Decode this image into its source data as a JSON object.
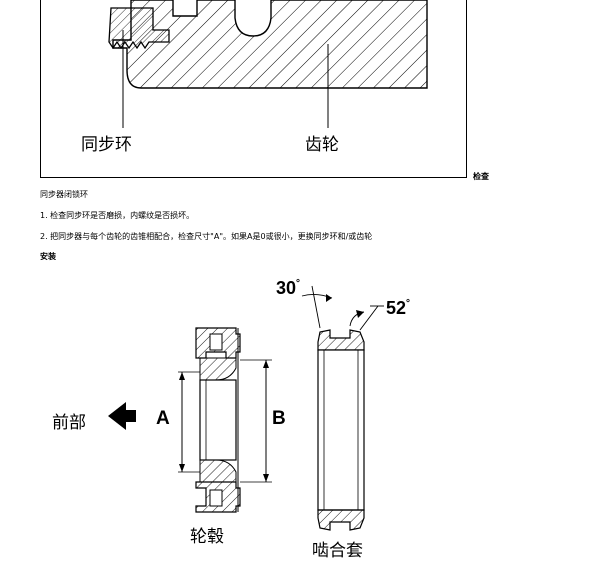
{
  "figure1": {
    "label_sync_ring": "同步环",
    "label_gear": "齿轮"
  },
  "section_inspect": {
    "heading": "检查",
    "subheading": "同步器闭锁环",
    "steps": [
      "1.  检查同步环是否磨损，内螺纹是否损坏。",
      "2.  把同步器与每个齿轮的齿锥相配合，检查尺寸\"A\"。如果A是0或很小，更换同步环和/或齿轮"
    ]
  },
  "section_install": {
    "heading": "安装"
  },
  "figure2": {
    "label_front": "前部",
    "label_a": "A",
    "label_b": "B",
    "angle_30": "30",
    "angle_52": "52",
    "degree": "°",
    "label_hub": "轮毂",
    "label_sleeve": "啮合套"
  }
}
